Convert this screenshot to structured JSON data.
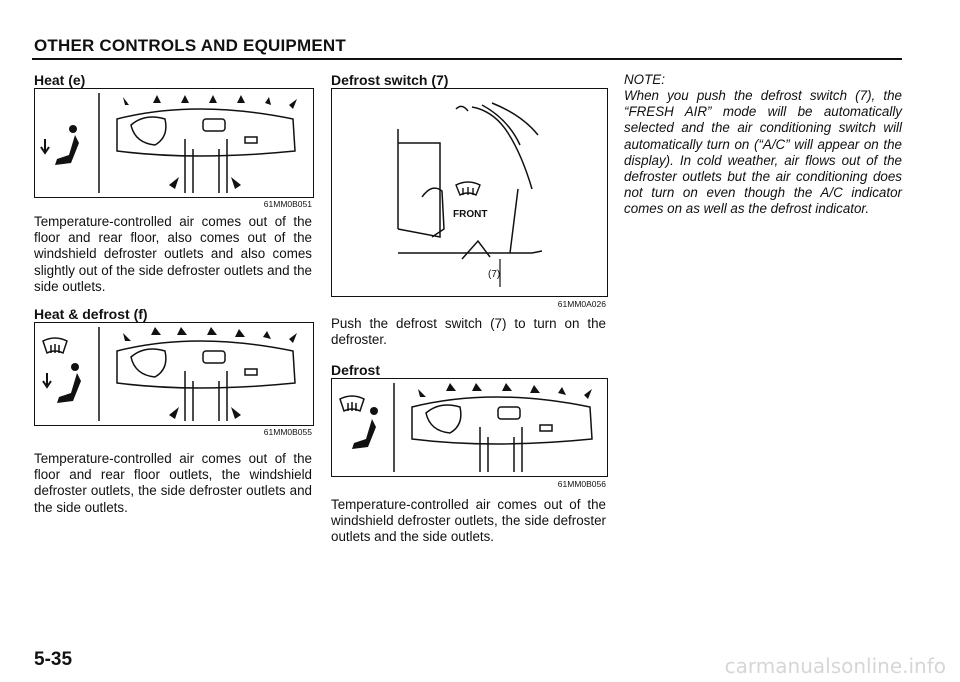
{
  "header": {
    "title": "OTHER CONTROLS AND EQUIPMENT"
  },
  "col1": {
    "heat_title": "Heat (e)",
    "heat_fig_code": "61MM0B051",
    "heat_text": "Temperature-controlled air comes out of the floor and rear floor, also comes out of the windshield defroster outlets and also comes slightly out of the side defroster outlets and the side outlets.",
    "heatdef_title": "Heat & defrost (f)",
    "heatdef_fig_code": "61MM0B055",
    "heatdef_text": "Temperature-controlled air comes out of the floor and rear floor outlets, the windshield defroster outlets, the side defroster outlets and the side outlets."
  },
  "col2": {
    "switch_title": "Defrost switch (7)",
    "switch_fig_code": "61MM0A026",
    "switch_label_front": "FRONT",
    "switch_label_num": "(7)",
    "switch_text": "Push the defrost switch (7) to turn on the defroster.",
    "defrost_title": "Defrost",
    "defrost_fig_code": "61MM0B056",
    "defrost_text": "Temperature-controlled air comes out of the windshield defroster outlets, the side defroster outlets and the side outlets."
  },
  "col3": {
    "note_label": "NOTE:",
    "note_text": "When you push the defrost switch (7), the “FRESH AIR” mode will be automatically selected and the air conditioning switch will automatically turn on (“A/C” will appear on the display). In cold weather, air flows out of the defroster outlets but the air conditioning does not turn on even though the A/C indicator comes on as well as the defrost indicator."
  },
  "footer": {
    "page_number": "5-35",
    "watermark": "carmanualsonline.info"
  },
  "icons": [
    "seat-person-icon",
    "defrost-icon",
    "arrow-icon",
    "dashboard-illustration"
  ]
}
